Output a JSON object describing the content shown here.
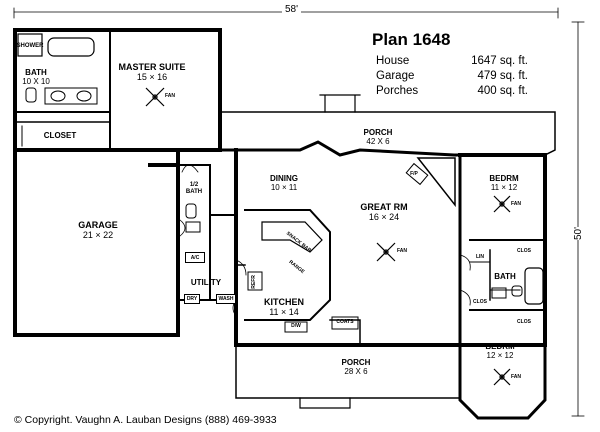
{
  "plan": {
    "title": "Plan 1648",
    "areas": [
      {
        "label": "House",
        "value": "1647 sq. ft."
      },
      {
        "label": "Garage",
        "value": "479 sq. ft."
      },
      {
        "label": "Porches",
        "value": "400 sq. ft."
      }
    ]
  },
  "dimensions": {
    "width": "58'",
    "depth": "50'"
  },
  "rooms": {
    "shower": "SHOWER",
    "bath_master": {
      "name": "BATH",
      "size": "10 X 10"
    },
    "master_suite": {
      "name": "MASTER SUITE",
      "size": "15 × 16"
    },
    "closet": "CLOSET",
    "garage": {
      "name": "GARAGE",
      "size": "21 × 22"
    },
    "half_bath": {
      "name": "1/2",
      "name2": "BATH"
    },
    "utility": "UTILITY",
    "dining": {
      "name": "DINING",
      "size": "10 × 11"
    },
    "great_rm": {
      "name": "GREAT RM",
      "size": "16 × 24"
    },
    "kitchen": {
      "name": "KITCHEN",
      "size": "11 × 14"
    },
    "porch_top": {
      "name": "PORCH",
      "size": "42 X 6"
    },
    "porch_bottom": {
      "name": "PORCH",
      "size": "28 X 6"
    },
    "bedrm_1": {
      "name": "BEDRM",
      "size": "11 × 12"
    },
    "bedrm_2": {
      "name": "BEDRM",
      "size": "12 × 12"
    },
    "bath_2": "BATH"
  },
  "fixtures": {
    "ac": "A/C",
    "dry": "DRY",
    "wash": "WASH",
    "fp": "F/P",
    "lin": "LIN",
    "clos_1": "CLOS",
    "clos_2": "CLOS",
    "clos_3": "CLOS",
    "fan": "FAN",
    "snack_bar": "SNACK BAR",
    "refr": "REFR",
    "range": "RANGE",
    "dw": "D/W",
    "coats": "COATS"
  },
  "copyright": "© Copyright. Vaughn A. Lauban Designs (888) 469-3933"
}
